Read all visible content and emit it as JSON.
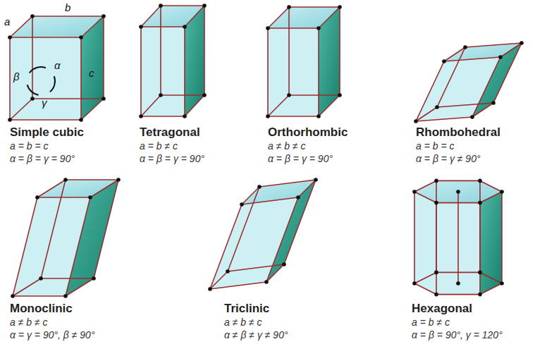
{
  "diagram": {
    "labels": [
      "b",
      "a",
      "α",
      "c",
      "β",
      "γ",
      "Simple cubic",
      "a = b = c",
      "α = β = γ = 90°",
      "Tetragonal",
      "a = b ≠ c",
      "α = β = γ = 90°",
      "Orthorhombic",
      "a ≠ b ≠ c",
      "α = β = γ = 90°",
      "Rhombohedral",
      "a = b = c",
      "α = β = γ ≠ 90°",
      "Monoclinic",
      "a ≠ b ≠ c",
      "α = γ = 90°, β ≠ 90°",
      "Triclinic",
      "a ≠ b ≠ c",
      "α ≠ β ≠ γ ≠ 90°",
      "Hexagonal",
      "a = b ≠ c",
      "α = β = 90°, γ = 120°"
    ]
  }
}
